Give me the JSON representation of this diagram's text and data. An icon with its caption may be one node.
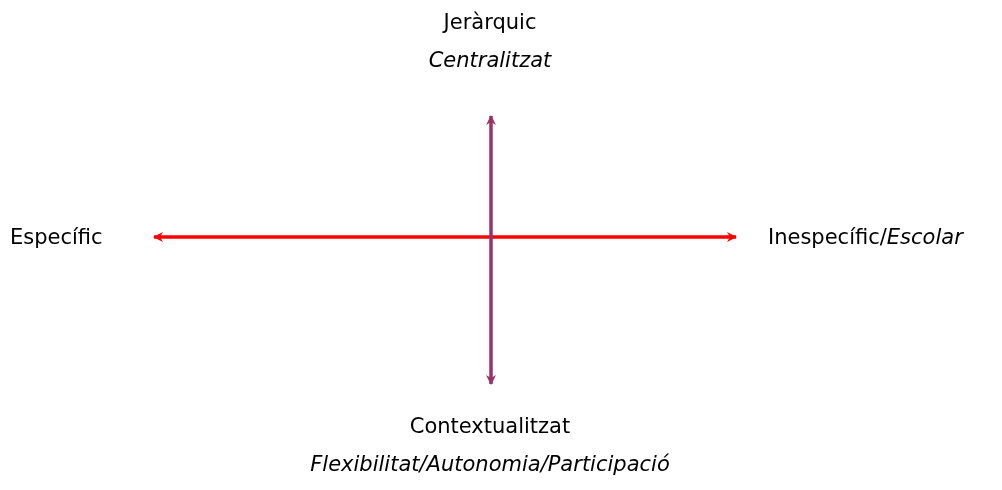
{
  "diagram": {
    "nodes": [
      {
        "text": [
          "Jeràrquic",
          "Centralitzat"
        ]
      },
      {
        "text": [
          "Específic"
        ]
      },
      {
        "text": [
          "Inespecífic/*Escolar*"
        ]
      },
      {
        "text": [
          "Contextualitzat",
          "Flexibilitat/Autonomia/Participació"
        ]
      }
    ],
    "edges": [
      {
        "from": 1,
        "to": 2,
        "arrow": "both",
        "color": "#ff0000"
      },
      {
        "from": 0,
        "to": 3,
        "arrow": "both",
        "color": "#993366"
      }
    ]
  }
}
